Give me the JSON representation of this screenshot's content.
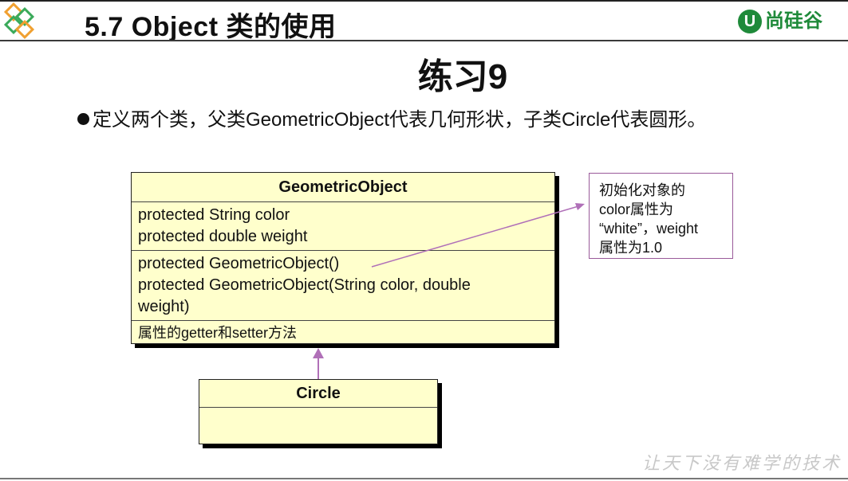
{
  "header": {
    "title": "5.7  Object 类的使用",
    "brand": "尚硅谷",
    "brand_mark": "U"
  },
  "slide": {
    "heading": "练习9",
    "bullet": "定义两个类，父类GeometricObject代表几何形状，子类Circle代表圆形。"
  },
  "uml": {
    "parent": {
      "name": "GeometricObject",
      "fields": [
        "protected  String  color",
        "protected  double  weight"
      ],
      "constructors": [
        "protected   GeometricObject()",
        "protected   GeometricObject(String color, double",
        "weight)"
      ],
      "methods": [
        "属性的getter和setter方法"
      ]
    },
    "child": {
      "name": "Circle"
    },
    "note": [
      "初始化对象的",
      "color属性为",
      "“white”，weight",
      "属性为1.0"
    ]
  },
  "footer": {
    "watermark": "让天下没有难学的技术"
  },
  "colors": {
    "uml_fill": "#ffffcc",
    "arrow": "#b070b8",
    "brand": "#1f8a3a"
  }
}
